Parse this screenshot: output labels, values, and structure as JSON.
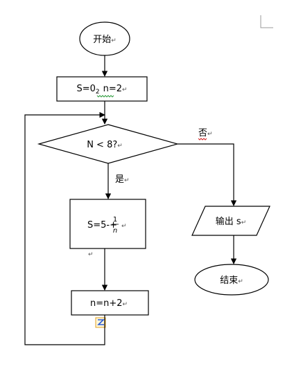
{
  "nodes": {
    "start": "开始",
    "init": {
      "prefix": "S=0",
      "sub": "2",
      "suffix": "n=2"
    },
    "condition": "N < 8?",
    "update_s": {
      "prefix": "S=5-+",
      "frac_num": "1",
      "frac_den": "n"
    },
    "increment": "n=n+2",
    "output": "输出 s",
    "end": "结束"
  },
  "edges": {
    "yes": "是",
    "no": "否"
  },
  "marks": {
    "paragraph": "↵"
  },
  "colors": {
    "line": "#000000",
    "grammar_squiggle": "#2e9b3d",
    "spell_squiggle": "#d22020",
    "anchor_border": "#e0a020",
    "anchor_fill": "#2a5bd7"
  }
}
